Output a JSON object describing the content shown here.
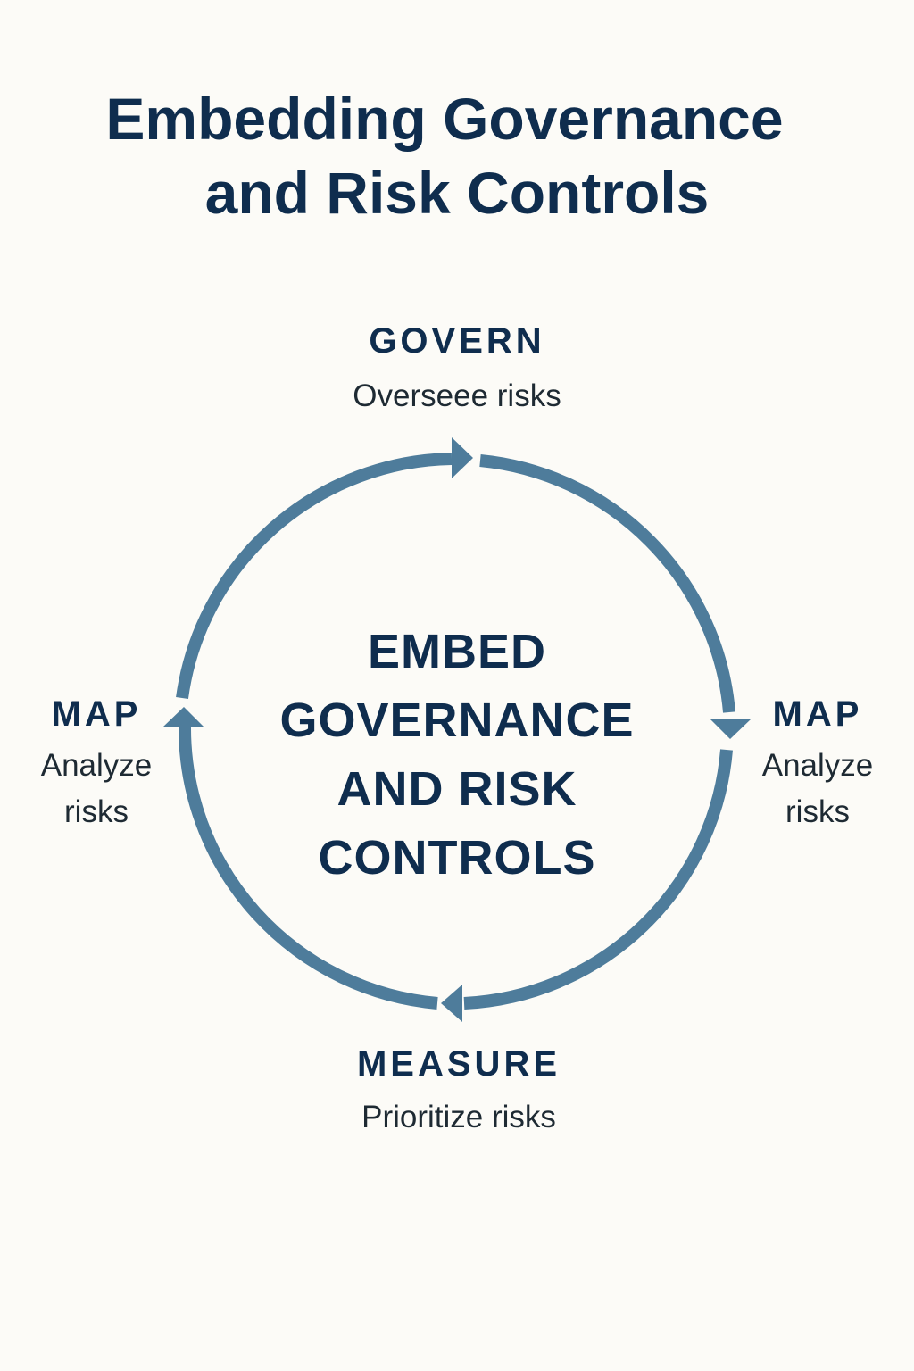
{
  "title": {
    "line1": "Embedding Governance",
    "line2": "and Risk Controls"
  },
  "center": {
    "lines": [
      "EMBED",
      "GOVERNANCE",
      "AND RISK",
      "CONTROLS"
    ]
  },
  "stages": {
    "top": {
      "name": "GOVERN",
      "desc_lines": [
        "Overseee risks"
      ]
    },
    "right": {
      "name": "MAP",
      "desc_lines": [
        "Analyze",
        "risks"
      ]
    },
    "bottom": {
      "name": "MEASURE",
      "desc_lines": [
        "Prioritize risks"
      ]
    },
    "left": {
      "name": "MAP",
      "desc_lines": [
        "Analyze",
        "risks"
      ]
    }
  },
  "cycle": {
    "direction": "clockwise",
    "arrow_color": "#4e7c9b",
    "text_color": "#0f2d4e",
    "background": "#fcfbf7"
  }
}
